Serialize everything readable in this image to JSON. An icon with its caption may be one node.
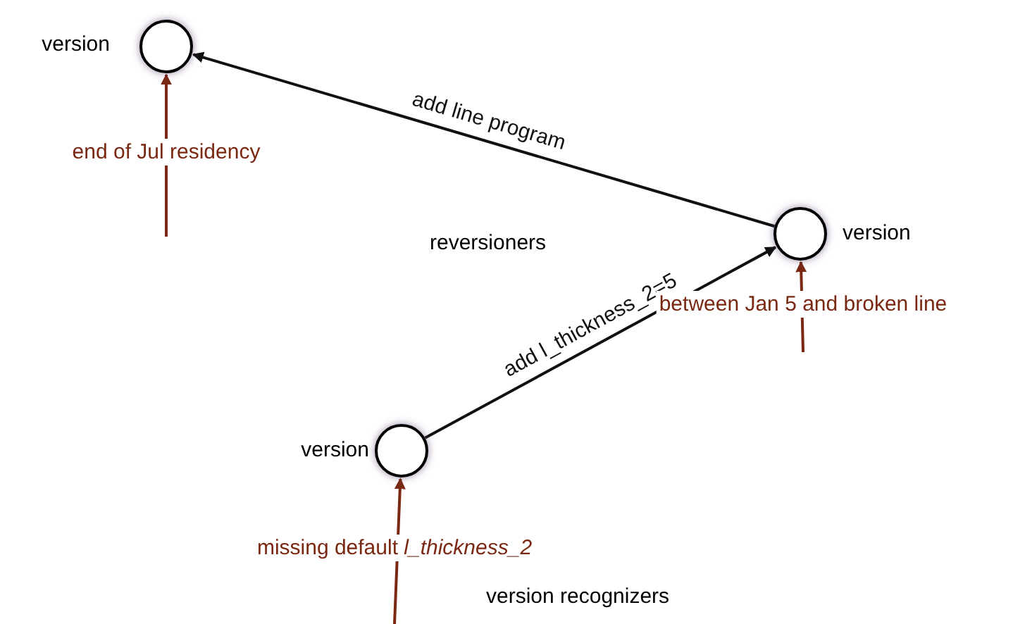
{
  "diagram": {
    "nodes": [
      {
        "text": [],
        "shape": "circle",
        "beside": [
          "version"
        ]
      },
      {
        "text": [],
        "shape": "circle",
        "beside": [
          "version"
        ]
      },
      {
        "text": [],
        "shape": "circle",
        "beside": [
          "version"
        ]
      }
    ],
    "edges": [
      {
        "from": 2,
        "to": 1,
        "arrow": "to",
        "label": "add l_thickness_2=5",
        "color": "#111111"
      },
      {
        "from": 1,
        "to": 0,
        "arrow": "to",
        "label": "add line program",
        "color": "#111111"
      },
      {
        "from": null,
        "to": 0,
        "arrow": "to",
        "label": "end of Jul residency",
        "color": "#7a2812"
      },
      {
        "from": null,
        "to": 1,
        "arrow": "to",
        "label": "between Jan 5 and broken line",
        "color": "#7a2812"
      },
      {
        "from": null,
        "to": 2,
        "arrow": "to",
        "label": "missing default *l_thickness_2*",
        "color": "#7a2812"
      }
    ],
    "labels": [
      "reversioners",
      "version recognizers"
    ]
  }
}
